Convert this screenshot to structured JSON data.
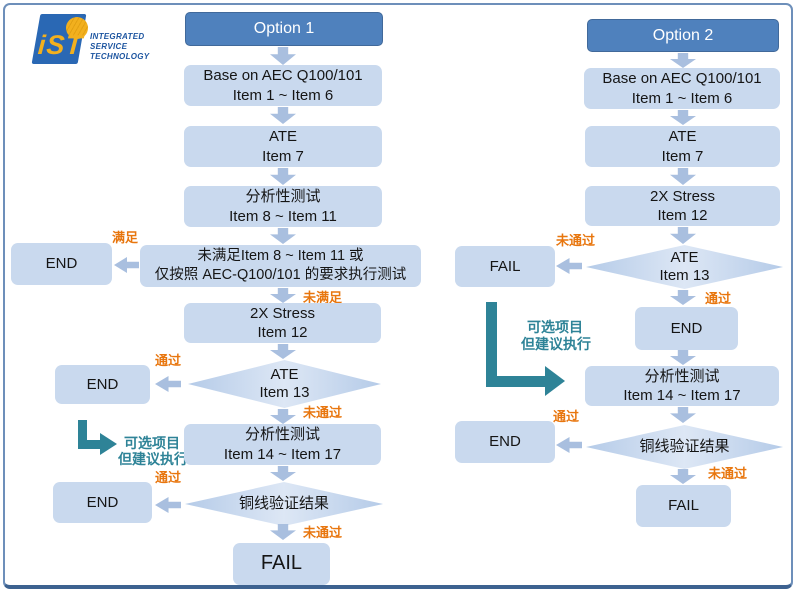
{
  "logo": {
    "mark": "iST",
    "line1": "INTEGRATED",
    "line2": "SERVICE",
    "line3": "TECHNOLOGY"
  },
  "colors": {
    "header_blue": "#4f81bd",
    "box_blue": "#c9d9ee",
    "arrow_blue": "#a9bfdf",
    "label_orange": "#e8760e",
    "branch_teal": "#2e8397",
    "frame_blue": "#6d8fba",
    "logo_blue": "#2a68b4",
    "logo_yellow": "#f2b01e"
  },
  "o1": {
    "title": "Option 1",
    "base1": "Base on AEC Q100/101",
    "base2": "Item 1 ~ Item 6",
    "ate1": "ATE",
    "ate2": "Item 7",
    "ana1": "分析性测试",
    "ana2": "Item 8 ~ Item 11",
    "wide1": "未满足Item 8 ~ Item 11 或",
    "wide2": "仅按照 AEC-Q100/101 的要求执行测试",
    "end_a": "END",
    "lbl_satisfy": "满足",
    "lbl_not_satisfy": "未满足",
    "stress1": "2X Stress",
    "stress2": "Item 12",
    "d1a": "ATE",
    "d1b": "Item 13",
    "end_b": "END",
    "lbl_pass1": "通过",
    "lbl_fail1": "未通过",
    "opt1": "可选项目",
    "opt2": "但建议执行",
    "ana14a": "分析性测试",
    "ana14b": "Item 14 ~ Item 17",
    "lbl_pass2": "通过",
    "copper": "铜线验证结果",
    "end_c": "END",
    "lbl_fail2": "未通过",
    "fail": "FAIL"
  },
  "o2": {
    "title": "Option 2",
    "base1": "Base on AEC Q100/101",
    "base2": "Item 1 ~ Item 6",
    "ate1": "ATE",
    "ate2": "Item 7",
    "stress1": "2X Stress",
    "stress2": "Item 12",
    "d1a": "ATE",
    "d1b": "Item 13",
    "fail_a": "FAIL",
    "lbl_fail1": "未通过",
    "lbl_pass1": "通过",
    "end_a": "END",
    "opt1": "可选项目",
    "opt2": "但建议执行",
    "ana14a": "分析性测试",
    "ana14b": "Item 14 ~ Item 17",
    "lbl_pass2": "通过",
    "copper": "铜线验证结果",
    "end_b": "END",
    "lbl_fail2": "未通过",
    "fail_b": "FAIL"
  }
}
